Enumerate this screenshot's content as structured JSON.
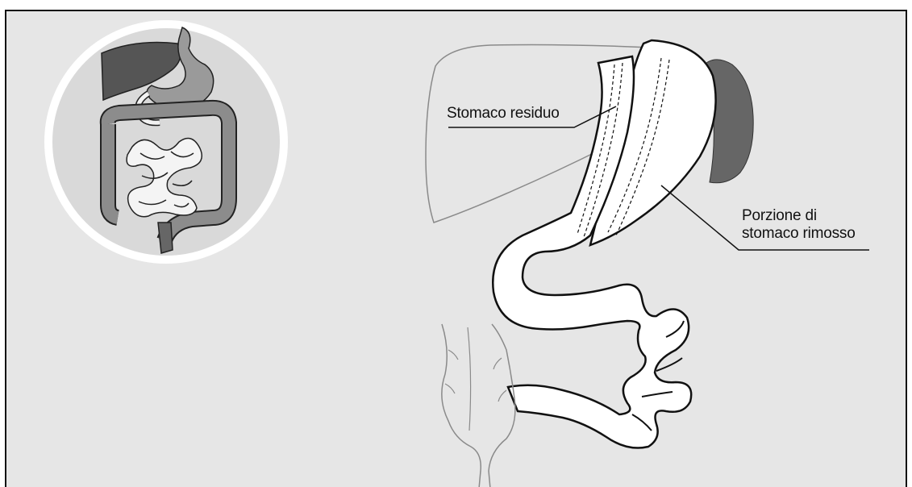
{
  "labels": {
    "residual_stomach": "Stomaco residuo",
    "removed_portion_line1": "Porzione di",
    "removed_portion_line2": "stomaco rimosso"
  },
  "colors": {
    "background": "#e6e6e6",
    "organ_fill": "#ffffff",
    "outline": "#111111",
    "dark_organ": "#666666",
    "liver_outline": "#8a8a8a",
    "inset_disc": "#d9d9d9"
  }
}
